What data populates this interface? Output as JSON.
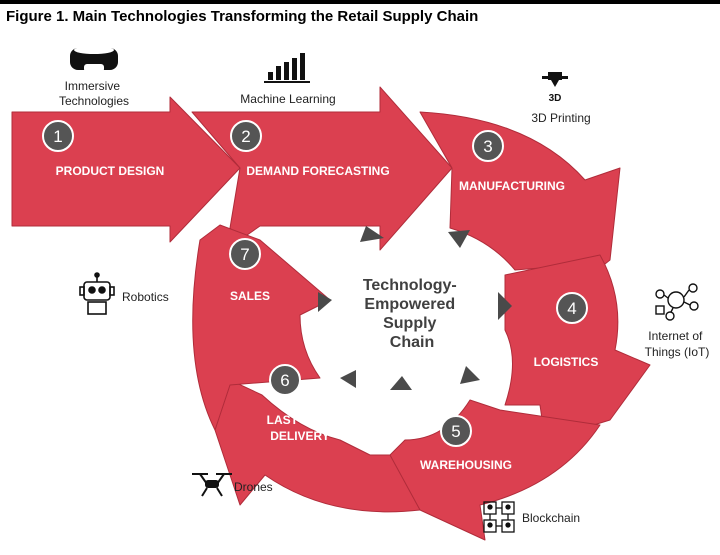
{
  "figure": {
    "title": "Figure 1. Main Technologies Transforming the Retail Supply Chain"
  },
  "colors": {
    "arrow_fill": "#db4050",
    "arrow_stroke": "#b02c3a",
    "number_circle": "#555555",
    "center_text": "#404040",
    "triangle": "#4a4a4a"
  },
  "center": {
    "lines": [
      "Technology-",
      "Empowered",
      "Supply",
      "Chain"
    ]
  },
  "stages": [
    {
      "number": "1",
      "lines": [
        "PRODUCT DESIGN"
      ]
    },
    {
      "number": "2",
      "lines": [
        "DEMAND FORECASTING"
      ]
    },
    {
      "number": "3",
      "lines": [
        "MANUFACTURING"
      ]
    },
    {
      "number": "4",
      "lines": [
        "LOGISTICS"
      ]
    },
    {
      "number": "5",
      "lines": [
        "WAREHOUSING"
      ]
    },
    {
      "number": "6",
      "lines": [
        "LAST-MILE",
        "DELIVERY"
      ]
    },
    {
      "number": "7",
      "lines": [
        "SALES"
      ]
    }
  ],
  "technologies": [
    {
      "lines": [
        "Immersive",
        "Technologies"
      ],
      "icon": "vr-headset-icon"
    },
    {
      "lines": [
        "Machine Learning"
      ],
      "icon": "bar-chart-icon"
    },
    {
      "lines": [
        "3D Printing"
      ],
      "icon": "3d-printer-icon"
    },
    {
      "lines": [
        "Internet of",
        "Things (IoT)"
      ],
      "icon": "iot-network-icon"
    },
    {
      "lines": [
        "Blockchain"
      ],
      "icon": "blockchain-icon"
    },
    {
      "lines": [
        "Drones"
      ],
      "icon": "drone-icon"
    },
    {
      "lines": [
        "Robotics"
      ],
      "icon": "robot-icon"
    }
  ]
}
